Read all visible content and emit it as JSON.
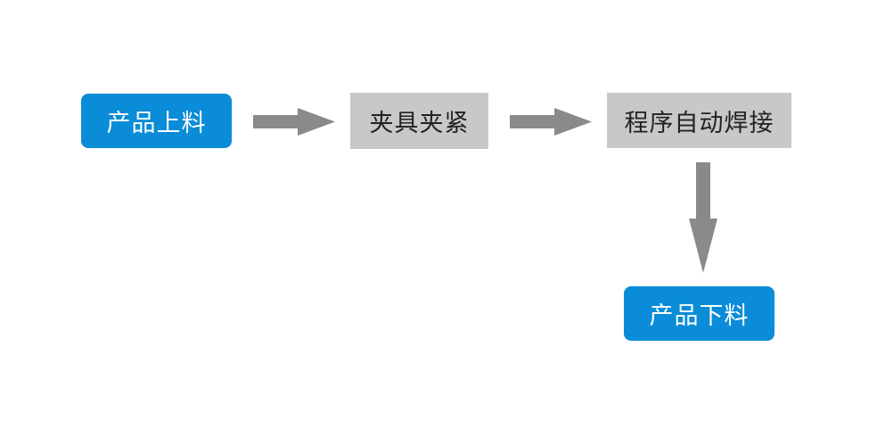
{
  "colors": {
    "terminal_fill": "#0a8cd8",
    "process_fill": "#c8c8c8",
    "arrow": "#8a8a8a"
  },
  "nodes": {
    "loading": {
      "label": "产品上料",
      "shape": "rounded-rectangle"
    },
    "clamping": {
      "label": "夹具夹紧",
      "shape": "rectangle"
    },
    "welding": {
      "label": "程序自动焊接",
      "shape": "rectangle"
    },
    "unloading": {
      "label": "产品下料",
      "shape": "rounded-rectangle"
    }
  },
  "edges": [
    {
      "from": "loading",
      "to": "clamping"
    },
    {
      "from": "clamping",
      "to": "welding"
    },
    {
      "from": "welding",
      "to": "unloading"
    }
  ]
}
